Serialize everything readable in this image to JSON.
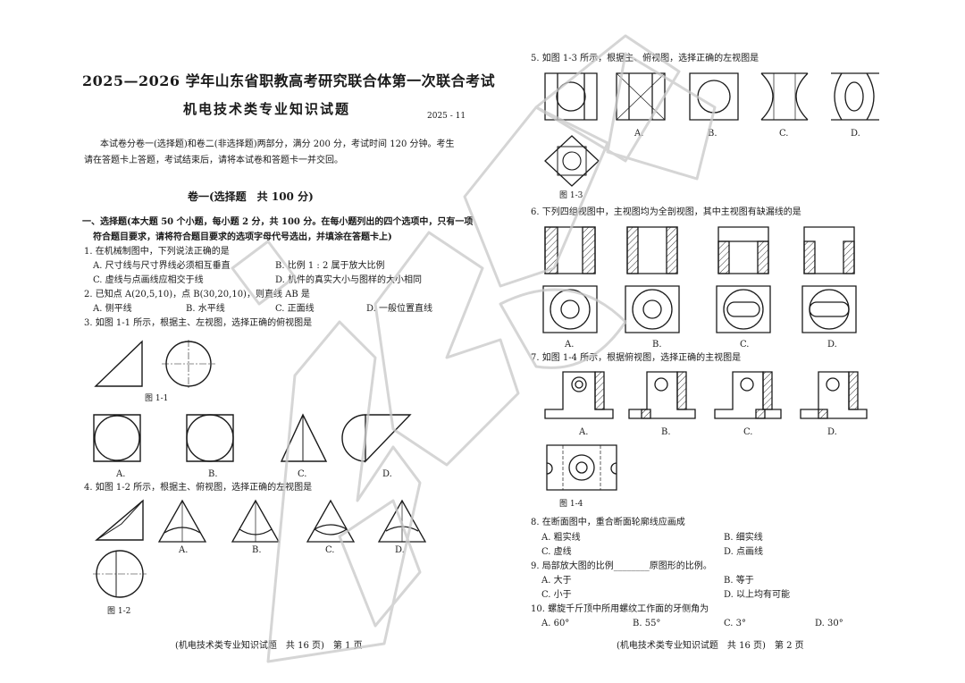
{
  "left_page": {
    "main_title": "2025—2026 学年山东省职教高考研究联合体第一次联合考试",
    "sub_title": "机电技术类专业知识试题",
    "date": "2025 - 11",
    "intro_line1": "本试卷分卷一(选择题)和卷二(非选择题)两部分，满分 200 分，考试时间 120 分钟。考生",
    "intro_line2": "请在答题卡上答题，考试结束后，请将本试卷和答题卡一并交回。",
    "section_title": "卷一(选择题　共 100 分)",
    "instr_line1": "一、选择题(本大题 50 个小题，每小题 2 分，共 100 分。在每小题列出的四个选项中，只有一项",
    "instr_line2": "符合题目要求，请将符合题目要求的选项字母代号选出，并填涂在答题卡上)",
    "q1": {
      "stem": "1. 在机械制图中，下列说法正确的是",
      "a": "A. 尺寸线与尺寸界线必须相互垂直",
      "b": "B. 比例 1 : 2 属于放大比例",
      "c": "C. 虚线与点画线应相交于线",
      "d": "D. 机件的真实大小与图样的大小相同"
    },
    "q2": {
      "stem": "2. 已知点 A(20,5,10)，点 B(30,20,10)，则直线 AB 是",
      "a": "A. 侧平线",
      "b": "B. 水平线",
      "c": "C. 正面线",
      "d": "D. 一般位置直线"
    },
    "q3": {
      "stem": "3. 如图 1-1 所示，根据主、左视图，选择正确的俯视图是",
      "fig": "图 1-1",
      "labels": [
        "A.",
        "B.",
        "C.",
        "D."
      ]
    },
    "q4": {
      "stem": "4. 如图 1-2 所示，根据主、俯视图，选择正确的左视图是",
      "fig": "图 1-2",
      "labels": [
        "A.",
        "B.",
        "C.",
        "D."
      ]
    },
    "footer": "(机电技术类专业知识试题　共 16 页)　第 1 页"
  },
  "right_page": {
    "q5": {
      "stem": "5. 如图 1-3 所示，根据主、俯视图，选择正确的左视图是",
      "fig": "图 1-3",
      "labels": [
        "A.",
        "B.",
        "C.",
        "D."
      ]
    },
    "q6": {
      "stem": "6. 下列四组视图中，主视图均为全剖视图，其中主视图有缺漏线的是",
      "labels": [
        "A.",
        "B.",
        "C.",
        "D."
      ]
    },
    "q7": {
      "stem": "7. 如图 1-4 所示，根据俯视图，选择正确的主视图是",
      "fig": "图 1-4",
      "labels": [
        "A.",
        "B.",
        "C.",
        "D."
      ]
    },
    "q8": {
      "stem": "8. 在断面图中，重合断面轮廓线应画成",
      "a": "A. 粗实线",
      "b": "B. 细实线",
      "c": "C. 虚线",
      "d": "D. 点画线"
    },
    "q9": {
      "stem": "9. 局部放大图的比例________原图形的比例。",
      "a": "A. 大于",
      "b": "B. 等于",
      "c": "C. 小于",
      "d": "D. 以上均有可能"
    },
    "q10": {
      "stem": "10. 螺旋千斤顶中所用螺纹工作面的牙侧角为",
      "a": "A. 60°",
      "b": "B. 55°",
      "c": "C. 3°",
      "d": "D. 30°"
    },
    "footer": "(机电技术类专业知识试题　共 16 页)　第 2 页"
  },
  "colors": {
    "ink": "#1a1a1a",
    "hatch": "#333333",
    "watermark": "#c8c8c8"
  }
}
